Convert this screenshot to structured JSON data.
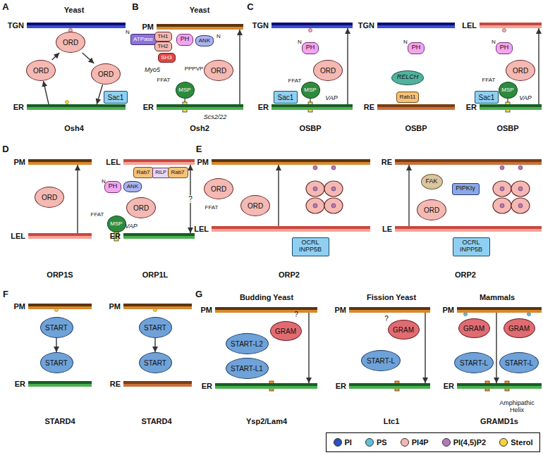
{
  "diagram": {
    "nodes": [
      {
        "text": [
          "TGN"
        ]
      },
      {
        "text": [
          "ORD"
        ]
      },
      {
        "text": [
          "ORD"
        ]
      },
      {
        "text": [
          "ORD"
        ]
      },
      {
        "text": [
          "Sac1"
        ]
      },
      {
        "text": [
          "ER"
        ]
      },
      {
        "text": [
          "PM"
        ]
      },
      {
        "text": [
          "ATPase"
        ]
      },
      {
        "text": [
          "TH1"
        ]
      },
      {
        "text": [
          "TH2"
        ]
      },
      {
        "text": [
          "SH3"
        ]
      },
      {
        "text": [
          "PH"
        ]
      },
      {
        "text": [
          "ANK"
        ]
      },
      {
        "text": [
          "ORD"
        ]
      },
      {
        "text": [
          "MSP"
        ]
      },
      {
        "text": [
          "ER"
        ]
      },
      {
        "text": [
          "TGN"
        ]
      },
      {
        "text": [
          "PH"
        ]
      },
      {
        "text": [
          "ORD"
        ]
      },
      {
        "text": [
          "MSP"
        ]
      },
      {
        "text": [
          "Sac1"
        ]
      },
      {
        "text": [
          "ER"
        ]
      },
      {
        "text": [
          "TGN"
        ]
      },
      {
        "text": [
          "PH"
        ]
      },
      {
        "text": [
          "RELCH"
        ]
      },
      {
        "text": [
          "Rab11"
        ]
      },
      {
        "text": [
          "RE"
        ]
      },
      {
        "text": [
          "LEL"
        ]
      },
      {
        "text": [
          "PH"
        ]
      },
      {
        "text": [
          "ORD"
        ]
      },
      {
        "text": [
          "MSP"
        ]
      },
      {
        "text": [
          "Sac1"
        ]
      },
      {
        "text": [
          "ER"
        ]
      },
      {
        "text": [
          "PM"
        ]
      },
      {
        "text": [
          "ORD"
        ]
      },
      {
        "text": [
          "LEL"
        ]
      },
      {
        "text": [
          "LEL"
        ]
      },
      {
        "text": [
          "PH"
        ]
      },
      {
        "text": [
          "ANK"
        ]
      },
      {
        "text": [
          "Rab7"
        ]
      },
      {
        "text": [
          "RILP"
        ]
      },
      {
        "text": [
          "Rab7"
        ]
      },
      {
        "text": [
          "ORD"
        ]
      },
      {
        "text": [
          "MSP"
        ]
      },
      {
        "text": [
          "ER"
        ]
      },
      {
        "text": [
          "PM"
        ]
      },
      {
        "text": [
          "ORD"
        ]
      },
      {
        "text": [
          "ORD"
        ]
      },
      {
        "text": [
          "OCRL INPP5B"
        ]
      },
      {
        "text": [
          "LEL"
        ]
      },
      {
        "text": [
          "RE"
        ]
      },
      {
        "text": [
          "FAK"
        ]
      },
      {
        "text": [
          "PIPKIγ"
        ]
      },
      {
        "text": [
          "ORD"
        ]
      },
      {
        "text": [
          "OCRL INPP5B"
        ]
      },
      {
        "text": [
          "LE"
        ]
      },
      {
        "text": [
          "PM"
        ]
      },
      {
        "text": [
          "START"
        ]
      },
      {
        "text": [
          "START"
        ]
      },
      {
        "text": [
          "ER"
        ]
      },
      {
        "text": [
          "PM"
        ]
      },
      {
        "text": [
          "START"
        ]
      },
      {
        "text": [
          "START"
        ]
      },
      {
        "text": [
          "RE"
        ]
      },
      {
        "text": [
          "PM"
        ]
      },
      {
        "text": [
          "GRAM"
        ]
      },
      {
        "text": [
          "START-L2"
        ]
      },
      {
        "text": [
          "START-L1"
        ]
      },
      {
        "text": [
          "ER"
        ]
      },
      {
        "text": [
          "PM"
        ]
      },
      {
        "text": [
          "GRAM"
        ]
      },
      {
        "text": [
          "START-L"
        ]
      },
      {
        "text": [
          "ER"
        ]
      },
      {
        "text": [
          "PM"
        ]
      },
      {
        "text": [
          "GRAM"
        ]
      },
      {
        "text": [
          "GRAM"
        ]
      },
      {
        "text": [
          "START-L"
        ]
      },
      {
        "text": [
          "START-L"
        ]
      },
      {
        "text": [
          "ER"
        ]
      }
    ],
    "edges": [
      {
        "from": 5,
        "to": 2,
        "arrow": "to"
      },
      {
        "from": 2,
        "to": 1,
        "arrow": "to"
      },
      {
        "from": 1,
        "to": 3,
        "arrow": "to"
      },
      {
        "from": 3,
        "to": 5,
        "arrow": "to"
      },
      {
        "from": 15,
        "to": 6,
        "arrow": "to"
      },
      {
        "from": 21,
        "to": 16,
        "arrow": "to"
      },
      {
        "from": 32,
        "to": 27,
        "arrow": "to"
      },
      {
        "from": 35,
        "to": 33,
        "arrow": "to"
      },
      {
        "from": 44,
        "to": 36,
        "arrow": "both",
        "label": "?"
      },
      {
        "from": 49,
        "to": 45,
        "arrow": "to"
      },
      {
        "from": 55,
        "to": 50,
        "arrow": "to"
      },
      {
        "from": 57,
        "to": 58,
        "arrow": "to"
      },
      {
        "from": 61,
        "to": 62,
        "arrow": "to"
      },
      {
        "from": 64,
        "to": 68,
        "arrow": "to"
      },
      {
        "from": 69,
        "to": 72,
        "arrow": "to"
      },
      {
        "from": 73,
        "to": 78,
        "arrow": "to"
      }
    ],
    "labels": [
      "A",
      "Yeast",
      "Osh4",
      "B",
      "Yeast",
      "N",
      "Myo5",
      "PPPVP",
      "N",
      "FFAT",
      "Scs2/22",
      "Osh2",
      "C",
      "N",
      "FFAT",
      "VAP",
      "OSBP",
      "N",
      "OSBP",
      "N",
      "FFAT",
      "VAP",
      "OSBP",
      "D",
      "ORP1S",
      "N",
      "FFAT",
      "VAP",
      "ORP1L",
      "E",
      "FFAT",
      "ORP2",
      "ORP2",
      "F",
      "STARD4",
      "STARD4",
      "G",
      "Budding Yeast",
      "?",
      "Fission Yeast",
      "?",
      "Mammals",
      "Amphipathic Helix",
      "Ysp2/Lam4",
      "Ltc1",
      "GRAMD1s"
    ],
    "legend": [
      {
        "text": "PI",
        "color": "#2a4fbf"
      },
      {
        "text": "PS",
        "color": "#5bc0de"
      },
      {
        "text": "PI4P",
        "color": "#f4b6b0"
      },
      {
        "text": "PI(4,5)P2",
        "color": "#b37ab5"
      },
      {
        "text": "Sterol",
        "color": "#f5d33b"
      }
    ]
  }
}
